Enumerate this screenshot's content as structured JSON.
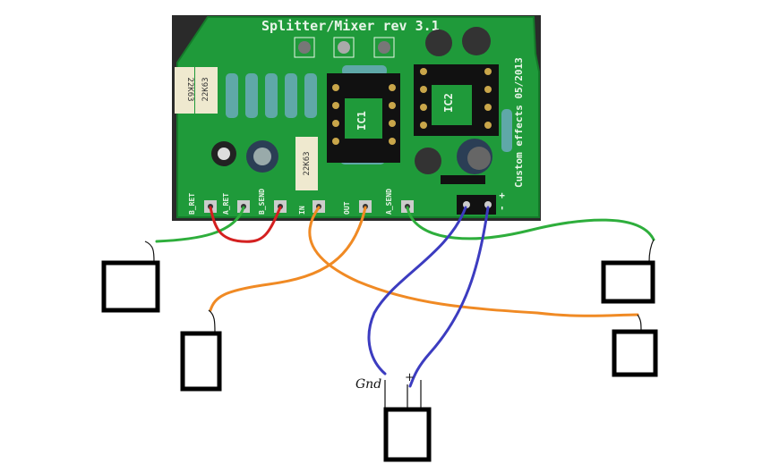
{
  "board": {
    "title": "Splitter/Mixer rev 3.1",
    "maker": "Custom effects 05/2013",
    "ic_labels": [
      "IC1",
      "IC2"
    ],
    "cap_label": "22K63",
    "pin_labels": [
      "B_RET",
      "A_RET",
      "B_SEND",
      "IN",
      "OUT",
      "A_SEND"
    ],
    "power_labels": [
      "-",
      "+"
    ],
    "colors": {
      "pcb": "#1f9a3a",
      "background": "#2a2a2a"
    }
  },
  "annotations": {
    "gnd": "Gnd",
    "plus": "+"
  },
  "wires": [
    {
      "from": "A_RET",
      "to": "box-left-top",
      "color": "#2eae3c"
    },
    {
      "from": "B_RET",
      "to": "B_SEND",
      "color": "#d42020"
    },
    {
      "from": "IN",
      "to": "box-right-bottom",
      "color": "#f08a24"
    },
    {
      "from": "OUT",
      "to": "box-left-bottom",
      "color": "#f08a24"
    },
    {
      "from": "A_SEND",
      "to": "box-right-top",
      "color": "#2eae3c"
    },
    {
      "from": "-",
      "to": "box-power-gnd",
      "color": "#3c3cc0"
    },
    {
      "from": "+",
      "to": "box-power-plus",
      "color": "#3c3cc0"
    }
  ]
}
